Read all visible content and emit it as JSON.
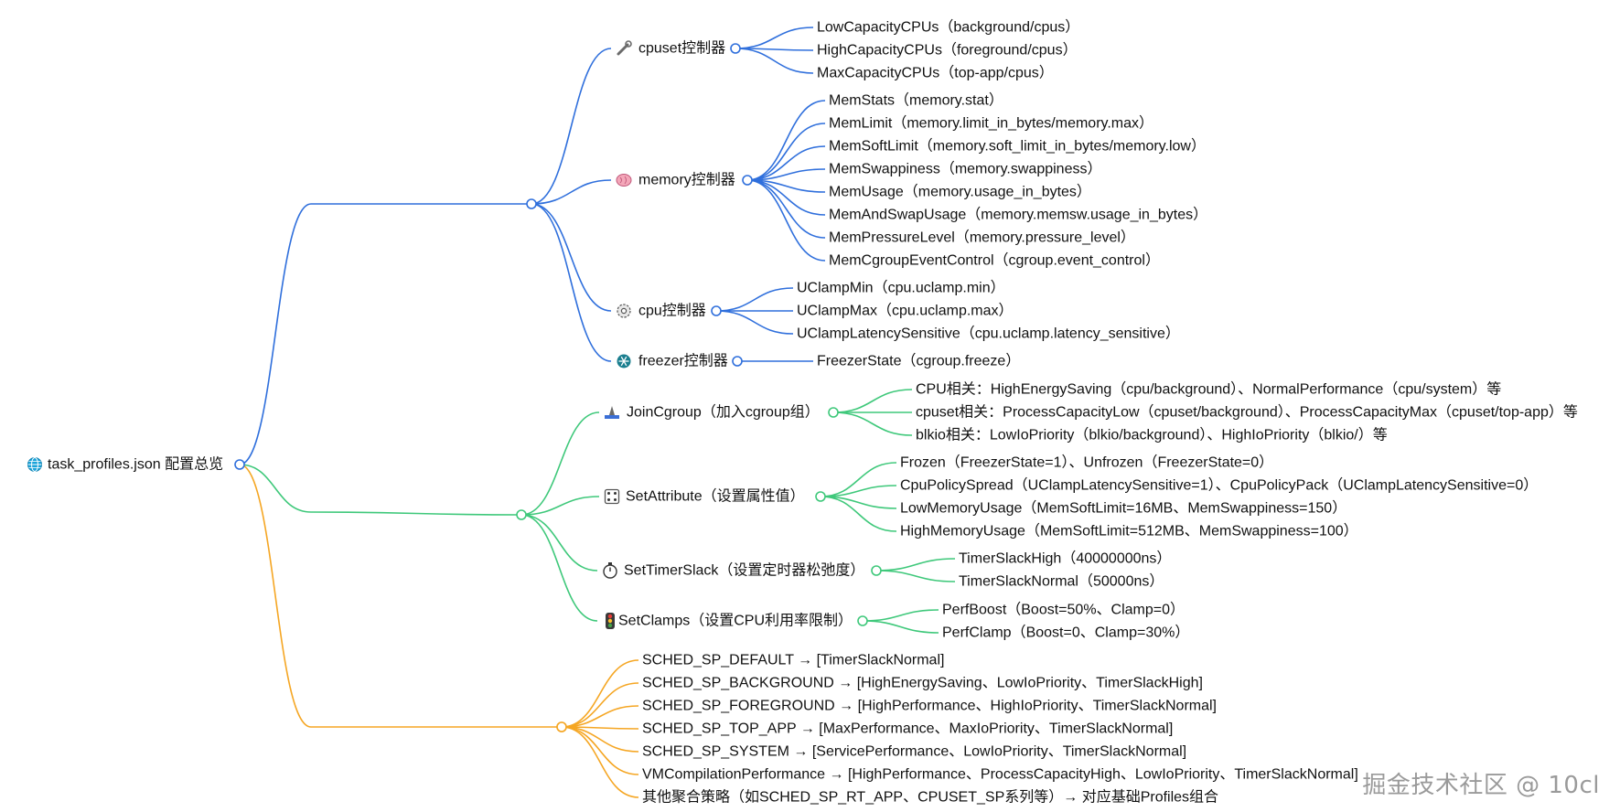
{
  "colors": {
    "blue": "#2f6fdc",
    "green": "#3ec87a",
    "orange": "#f5a623",
    "text": "#111111",
    "watermark": "#9a9a9a",
    "root_icon": "#1aa3d9"
  },
  "root": {
    "label": "task_profiles.json 配置总览",
    "icon": "globe-icon"
  },
  "branches": [
    {
      "key": "controllers",
      "color": "blue",
      "children": [
        {
          "key": "cpuset",
          "label": "cpuset控制器",
          "icon": "wrench-icon",
          "items": [
            "LowCapacityCPUs（background/cpus）",
            "HighCapacityCPUs（foreground/cpus）",
            "MaxCapacityCPUs（top-app/cpus）"
          ]
        },
        {
          "key": "memory",
          "label": "memory控制器",
          "icon": "brain-icon",
          "items": [
            "MemStats（memory.stat）",
            "MemLimit（memory.limit_in_bytes/memory.max）",
            "MemSoftLimit（memory.soft_limit_in_bytes/memory.low）",
            "MemSwappiness（memory.swappiness）",
            "MemUsage（memory.usage_in_bytes）",
            "MemAndSwapUsage（memory.memsw.usage_in_bytes）",
            "MemPressureLevel（memory.pressure_level）",
            "MemCgroupEventControl（cgroup.event_control）"
          ]
        },
        {
          "key": "cpu",
          "label": "cpu控制器",
          "icon": "gear-icon",
          "items": [
            "UClampMin（cpu.uclamp.min）",
            "UClampMax（cpu.uclamp.max）",
            "UClampLatencySensitive（cpu.uclamp.latency_sensitive）"
          ]
        },
        {
          "key": "freezer",
          "label": "freezer控制器",
          "icon": "snowflake-icon",
          "items": [
            "FreezerState（cgroup.freeze）"
          ]
        }
      ]
    },
    {
      "key": "actions",
      "color": "green",
      "children": [
        {
          "key": "joincgroup",
          "label": "JoinCgroup（加入cgroup组）",
          "icon": "pin-icon",
          "items": [
            "CPU相关：HighEnergySaving（cpu/background）、NormalPerformance（cpu/system）等",
            "cpuset相关：ProcessCapacityLow（cpuset/background）、ProcessCapacityMax（cpuset/top-app）等",
            "blkio相关：LowIoPriority（blkio/background）、HighIoPriority（blkio/）等"
          ]
        },
        {
          "key": "setattribute",
          "label": "SetAttribute（设置属性值）",
          "icon": "dice-icon",
          "items": [
            "Frozen（FreezerState=1）、Unfrozen（FreezerState=0）",
            "CpuPolicySpread（UClampLatencySensitive=1）、CpuPolicyPack（UClampLatencySensitive=0）",
            "LowMemoryUsage（MemSoftLimit=16MB、MemSwappiness=150）",
            "HighMemoryUsage（MemSoftLimit=512MB、MemSwappiness=100）"
          ]
        },
        {
          "key": "settimerslack",
          "label": "SetTimerSlack（设置定时器松弛度）",
          "icon": "stopwatch-icon",
          "items": [
            "TimerSlackHigh（40000000ns）",
            "TimerSlackNormal（50000ns）"
          ]
        },
        {
          "key": "setclamps",
          "label": "SetClamps（设置CPU利用率限制）",
          "icon": "traffic-light-icon",
          "items": [
            "PerfBoost（Boost=50%、Clamp=0）",
            "PerfClamp（Boost=0、Clamp=30%）"
          ]
        }
      ]
    },
    {
      "key": "aggregates",
      "color": "orange",
      "leaves": [
        "SCHED_SP_DEFAULT → [TimerSlackNormal]",
        "SCHED_SP_BACKGROUND → [HighEnergySaving、LowIoPriority、TimerSlackHigh]",
        "SCHED_SP_FOREGROUND → [HighPerformance、HighIoPriority、TimerSlackNormal]",
        "SCHED_SP_TOP_APP → [MaxPerformance、MaxIoPriority、TimerSlackNormal]",
        "SCHED_SP_SYSTEM → [ServicePerformance、LowIoPriority、TimerSlackNormal]",
        "VMCompilationPerformance → [HighPerformance、ProcessCapacityHigh、LowIoPriority、TimerSlackNormal]",
        "其他聚合策略（如SCHED_SP_RT_APP、CPUSET_SP系列等）→ 对应基础Profiles组合"
      ]
    }
  ],
  "watermark": "掘金技术社区 @ 10cl"
}
